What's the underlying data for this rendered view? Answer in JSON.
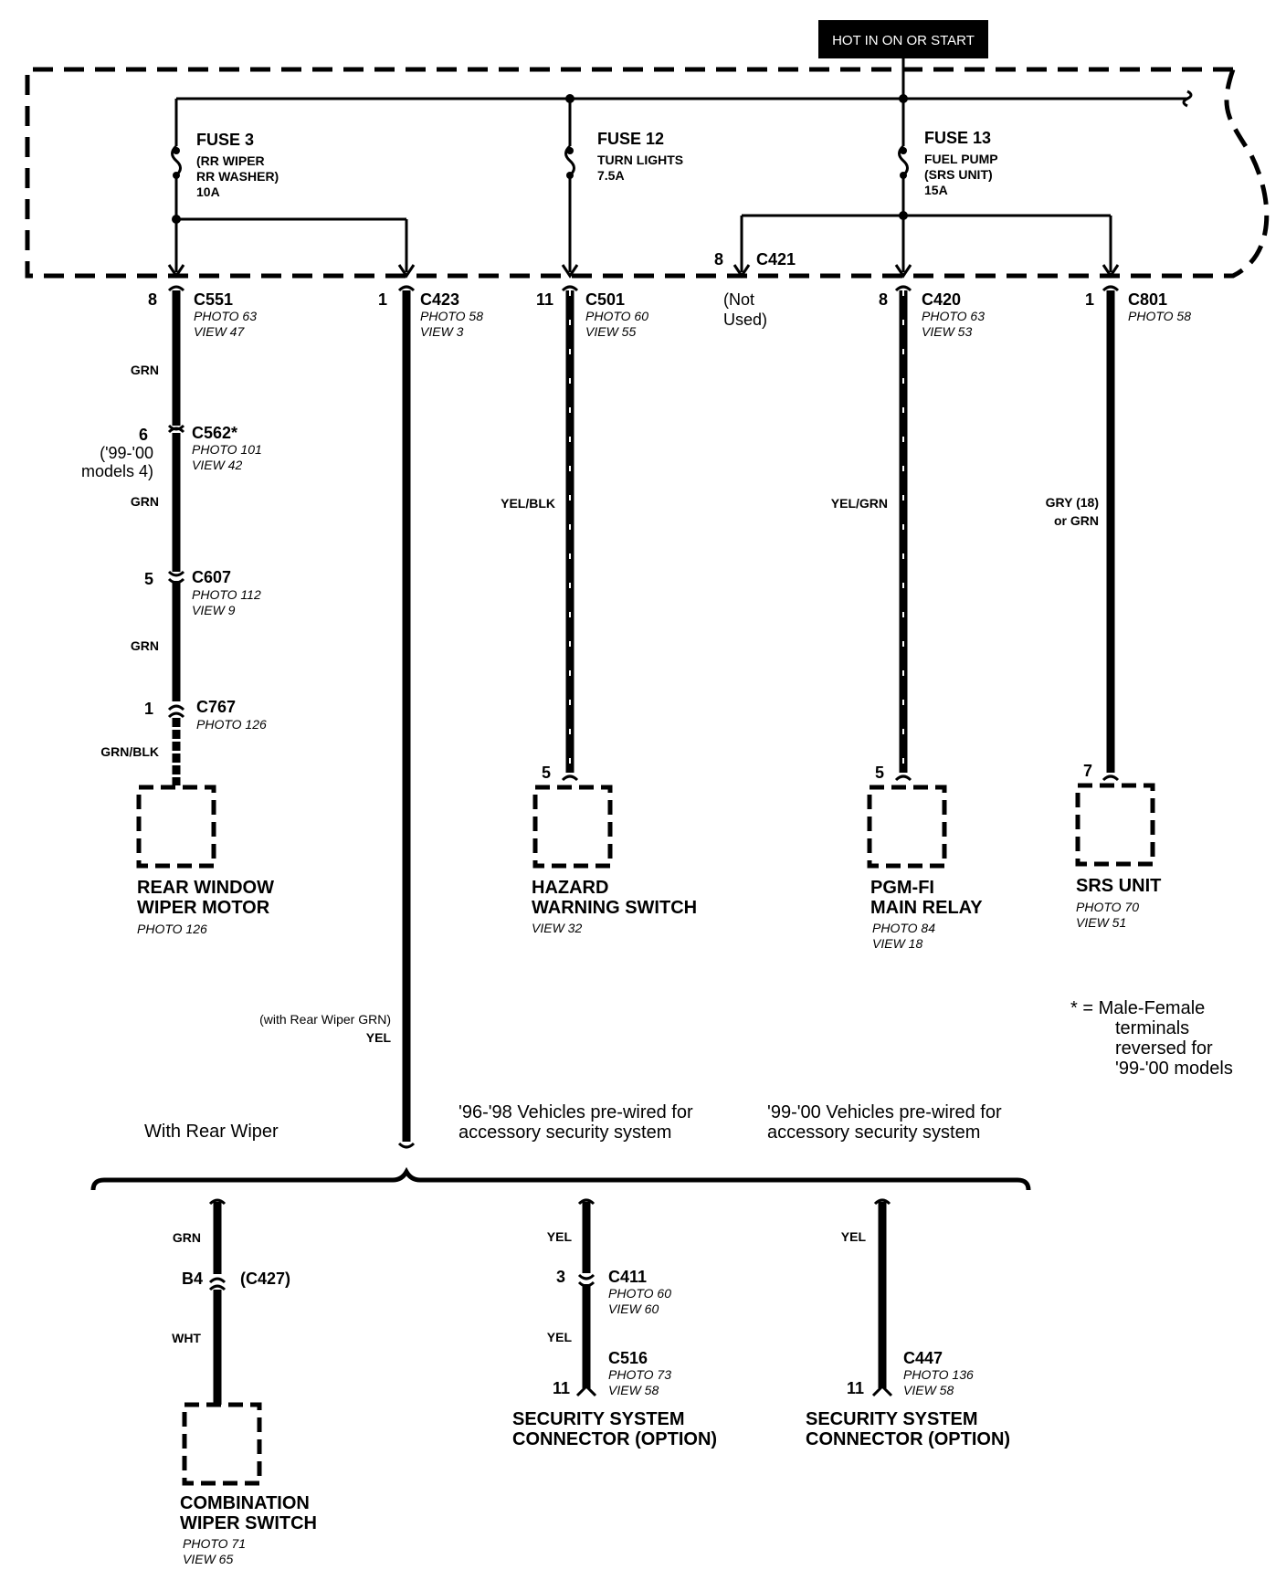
{
  "power_source": "HOT IN ON OR START",
  "fuses": [
    {
      "name": "FUSE 3",
      "desc1": "(RR WIPER",
      "desc2": "RR WASHER)",
      "rating": "10A"
    },
    {
      "name": "FUSE 12",
      "desc1": "TURN LIGHTS",
      "desc2": "",
      "rating": "7.5A"
    },
    {
      "name": "FUSE 13",
      "desc1": "FUEL PUMP",
      "desc2": "(SRS UNIT)",
      "rating": "15A"
    }
  ],
  "c421": {
    "pin": "8",
    "name": "C421",
    "note1": "(Not",
    "note2": "Used)"
  },
  "columns": [
    {
      "pin": "8",
      "connector": "C551",
      "photo": "PHOTO 63",
      "view": "VIEW 47"
    },
    {
      "pin": "1",
      "connector": "C423",
      "photo": "PHOTO 58",
      "view": "VIEW 3"
    },
    {
      "pin": "11",
      "connector": "C501",
      "photo": "PHOTO 60",
      "view": "VIEW 55"
    },
    {
      "pin": "8",
      "connector": "C420",
      "photo": "PHOTO 63",
      "view": "VIEW 53"
    },
    {
      "pin": "1",
      "connector": "C801",
      "photo": "PHOTO 58",
      "view": ""
    }
  ],
  "rear_wiper_branch": {
    "wire1": "GRN",
    "c562": {
      "pin": "6",
      "name": "C562*",
      "photo": "PHOTO 101",
      "view": "VIEW 42",
      "note1": "('99-'00",
      "note2": "models 4)"
    },
    "wire2": "GRN",
    "c607": {
      "pin": "5",
      "name": "C607",
      "photo": "PHOTO 112",
      "view": "VIEW 9"
    },
    "wire3": "GRN",
    "c767": {
      "pin": "1",
      "name": "C767",
      "photo": "PHOTO 126"
    },
    "wire4": "GRN/BLK",
    "component": {
      "line1": "REAR WINDOW",
      "line2": "WIPER MOTOR",
      "photo": "PHOTO 126"
    }
  },
  "c423_wire": {
    "line1": "(with Rear Wiper GRN)",
    "line2": "YEL"
  },
  "hazard": {
    "wire": "YEL/BLK",
    "pin": "5",
    "line1": "HAZARD",
    "line2": "WARNING SWITCH",
    "view": "VIEW 32"
  },
  "pgm": {
    "wire": "YEL/GRN",
    "pin": "5",
    "line1": "PGM-FI",
    "line2": "MAIN RELAY",
    "photo": "PHOTO 84",
    "view": "VIEW 18"
  },
  "srs": {
    "wire1": "GRY (18)",
    "wire2": "or GRN",
    "pin": "7",
    "line1": "SRS UNIT",
    "photo": "PHOTO 70",
    "view": "VIEW 51"
  },
  "footnote": {
    "star": "* = Male-Female",
    "l2": "terminals",
    "l3": "reversed  for",
    "l4": "'99-'00 models"
  },
  "bottom": {
    "with_rear_wiper": "With Rear Wiper",
    "prewired_96": {
      "line1": "'96-'98 Vehicles pre-wired for",
      "line2": "accessory security system"
    },
    "prewired_99": {
      "line1": "'99-'00 Vehicles pre-wired for",
      "line2": "accessory security system"
    },
    "combo": {
      "wire1": "GRN",
      "pin": "B4",
      "conn": "(C427)",
      "wire2": "WHT",
      "line1": "COMBINATION",
      "line2": "WIPER SWITCH",
      "photo": "PHOTO 71",
      "view": "VIEW 65"
    },
    "sec1": {
      "wire1": "YEL",
      "c411_pin": "3",
      "c411": "C411",
      "c411_photo": "PHOTO 60",
      "c411_view": "VIEW 60",
      "wire2": "YEL",
      "c516": "C516",
      "c516_photo": "PHOTO 73",
      "c516_view": "VIEW 58",
      "pin": "11",
      "line1": "SECURITY SYSTEM",
      "line2": "CONNECTOR (OPTION)"
    },
    "sec2": {
      "wire": "YEL",
      "conn": "C447",
      "photo": "PHOTO 136",
      "view": "VIEW 58",
      "pin": "11",
      "line1": "SECURITY SYSTEM",
      "line2": "CONNECTOR (OPTION)"
    }
  }
}
